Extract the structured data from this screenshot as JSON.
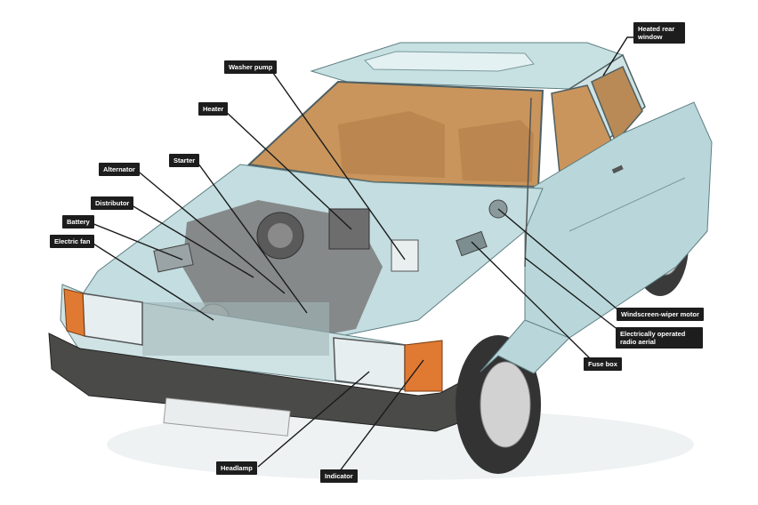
{
  "labels": {
    "heated_rear_window": "Heated rear window",
    "washer_pump": "Washer pump",
    "heater": "Heater",
    "starter": "Starter",
    "alternator": "Alternator",
    "distributor": "Distributor",
    "battery": "Battery",
    "electric_fan": "Electric fan",
    "windscreen_wiper_motor": "Windscreen-wiper motor",
    "radio_aerial": "Electrically operated radio aerial",
    "fuse_box": "Fuse box",
    "headlamp": "Headlamp",
    "indicator": "Indicator"
  },
  "colors": {
    "body": "#b9d7da",
    "body_shadow": "#8fb3b8",
    "interior": "#c9955c",
    "bumper": "#4a4a48",
    "indicator": "#e07a32",
    "engine": "#6f6f6f",
    "label_bg": "#1d1d1d"
  }
}
